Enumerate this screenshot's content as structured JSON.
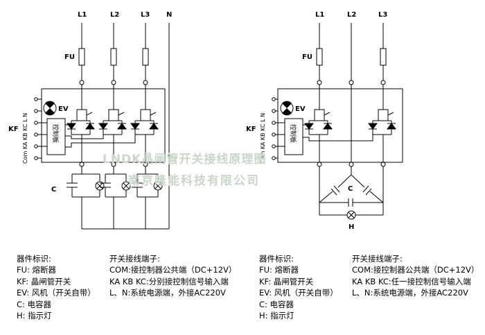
{
  "left": {
    "phase_labels": [
      "L1",
      "L2",
      "L3",
      "N"
    ],
    "fuse_label": "FU",
    "module_label": "KF",
    "fan_label": "EV",
    "terminal_label": "Com KA KB KC L N",
    "controller_label": "控制板",
    "capacitor_label": "C"
  },
  "right": {
    "phase_labels": [
      "L1",
      "L2",
      "L3"
    ],
    "fuse_label": "FU",
    "module_label": "KF",
    "fan_label": "EV",
    "terminal_label": "Com KA KB KC L N",
    "controller_label": "控制板",
    "capacitor_label": "C",
    "lamp_label": "H"
  },
  "watermark": {
    "line1": "LNDK晶闸管开关接线原理图",
    "line2": "南京隆能科技有限公司"
  },
  "legend_left": {
    "parts_title": "器件标识:",
    "parts": [
      "FU: 熔断器",
      "KF: 晶闸管开关",
      "EV: 风机（开关自带）",
      "C: 电容器",
      "H: 指示灯"
    ],
    "terms_title": "开关接线端子:",
    "terms": [
      "COM:接控制器公共端（DC+12V）",
      "KA KB KC:分别接控制信号输入端",
      "L、N:系统电源端，外接AC220V"
    ]
  },
  "legend_right": {
    "parts_title": "器件标识:",
    "parts": [
      "FU: 熔断器",
      "KF: 晶闸管开关",
      "EV: 风机（开关自带）",
      "C: 电容器",
      "H: 指示灯"
    ],
    "terms_title": "开关接线端子:",
    "terms": [
      "COM:接控制器公共端（DC+12V）",
      "KA KB KC:任一接控制信号输入端",
      "L、N:系统电源端，外接AC220V"
    ]
  }
}
